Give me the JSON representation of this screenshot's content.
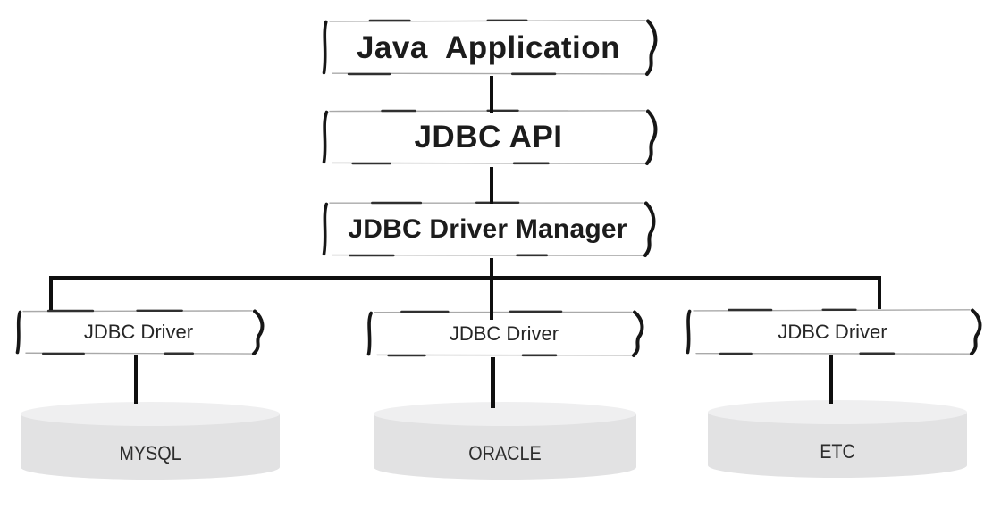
{
  "diagram": {
    "layers": {
      "application": "Java  Application",
      "api": "JDBC API",
      "driver_manager": "JDBC Driver Manager"
    },
    "drivers": {
      "left": "JDBC Driver",
      "middle": "JDBC Driver",
      "right": "JDBC Driver"
    },
    "databases": {
      "mysql": "MYSQL",
      "oracle": "ORACLE",
      "etc": "ETC"
    },
    "colors": {
      "connector": "#0f0f0f",
      "box_stroke_heavy": "#161616",
      "box_stroke_light": "#a9a9a9",
      "cylinder_top": "#efeff0",
      "cylinder_body": "#e2e2e3",
      "text": "#1e1e1e",
      "background": "#ffffff"
    }
  }
}
